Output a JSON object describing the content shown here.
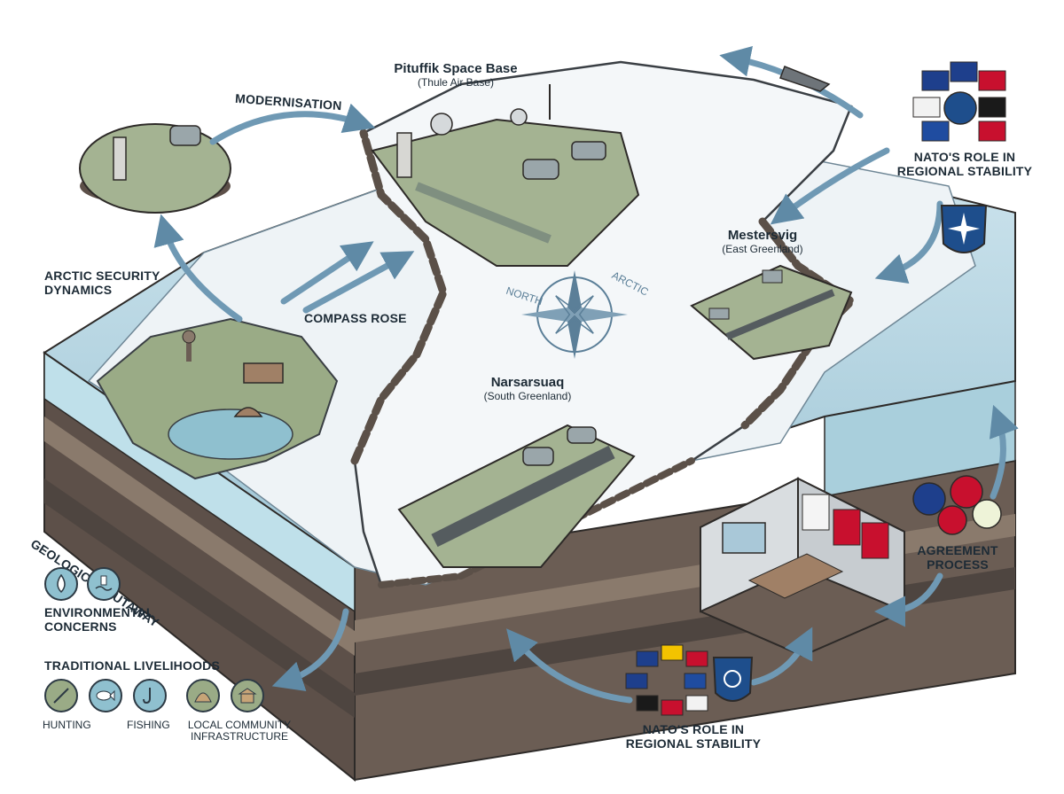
{
  "labels": {
    "pituffik_title": "Pituffik Space Base",
    "pituffik_sub": "(Thule Air Base)",
    "modernisation": "MODERNISATION",
    "arctic_security_1": "ARCTIC SECURITY",
    "arctic_security_2": "DYNAMICS",
    "compass_rose": "COMPASS ROSE",
    "compass_north": "NORTH",
    "compass_arctic": "ARCTIC",
    "mestersvig_title": "Mestersvig",
    "mestersvig_sub": "(East Greenland)",
    "narsarsuaq_title": "Narsarsuaq",
    "narsarsuaq_sub": "(South Greenland)",
    "nato_top_1": "NATO'S ROLE IN",
    "nato_top_2": "REGIONAL STABILITY",
    "geological": "GEOLOGICAL CUTAWAY",
    "environmental_1": "ENVIRONMENTAL",
    "environmental_2": "CONCERNS",
    "traditional": "TRADITIONAL LIVELIHOODS",
    "hunting": "HUNTING",
    "fishing": "FISHING",
    "local_community_1": "LOCAL COMMUNITY",
    "local_community_2": "INFRASTRUCTURE",
    "agreement_1": "AGREEMENT",
    "agreement_2": "PROCESS",
    "nato_bottom_1": "NATO'S ROLE IN",
    "nato_bottom_2": "REGIONAL STABILITY"
  },
  "icons": {
    "water_drop": "water-drop-icon",
    "pollution": "water-pollution-icon",
    "hunting": "spear-icon",
    "fishing": "fish-icon",
    "hook": "fishing-hook-icon",
    "hut": "hut-icon",
    "building": "community-building-icon",
    "nato_shield": "nato-shield-icon",
    "handshake": "handshake-icon",
    "compass": "compass-rose-icon"
  },
  "colors": {
    "ice": "#eef3f6",
    "sea": "#a9cfdc",
    "land": "#9aab86",
    "rock": "#6e625b",
    "ink": "#1d2b36",
    "arrow": "#6f99b4",
    "nato_blue": "#1e4e8c",
    "denmark_red": "#c8102e"
  }
}
